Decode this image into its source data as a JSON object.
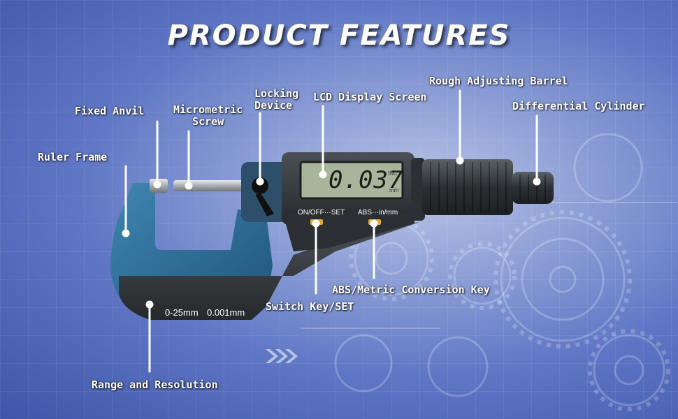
{
  "title": "PRODUCT FEATURES",
  "labels": {
    "fixed_anvil": "Fixed Anvil",
    "micrometric_screw": "Micrometric\nScrew",
    "locking_device": "Locking\nDevice",
    "lcd_display_screen": "LCD Display Screen",
    "rough_adjusting_barrel": "Rough Adjusting Barrel",
    "differential_cylinder": "Differential Cylinder",
    "ruler_frame": "Ruler Frame",
    "switch_key_set": "Switch Key/SET",
    "abs_metric_conversion_key": "ABS/Metric Conversion Key",
    "range_and_resolution": "Range and Resolution"
  },
  "device": {
    "lcd_reading": "0.037",
    "lcd_unit_top": "INC",
    "lcd_unit_bottom": "mm",
    "button_left_label": "ON/OFF···SET",
    "button_right_label": "ABS···in/mm",
    "frame_range": "0-25mm",
    "frame_resolution": "0.001mm"
  },
  "colors": {
    "background_center": "#b9c4e6",
    "background_edge": "#3f56a8",
    "frame_blue": "#2f6f9a",
    "body_dark": "#3b4044",
    "lcd_green": "#a9b59a",
    "button_yellow": "#e0a92e",
    "label_white": "#ffffff"
  }
}
